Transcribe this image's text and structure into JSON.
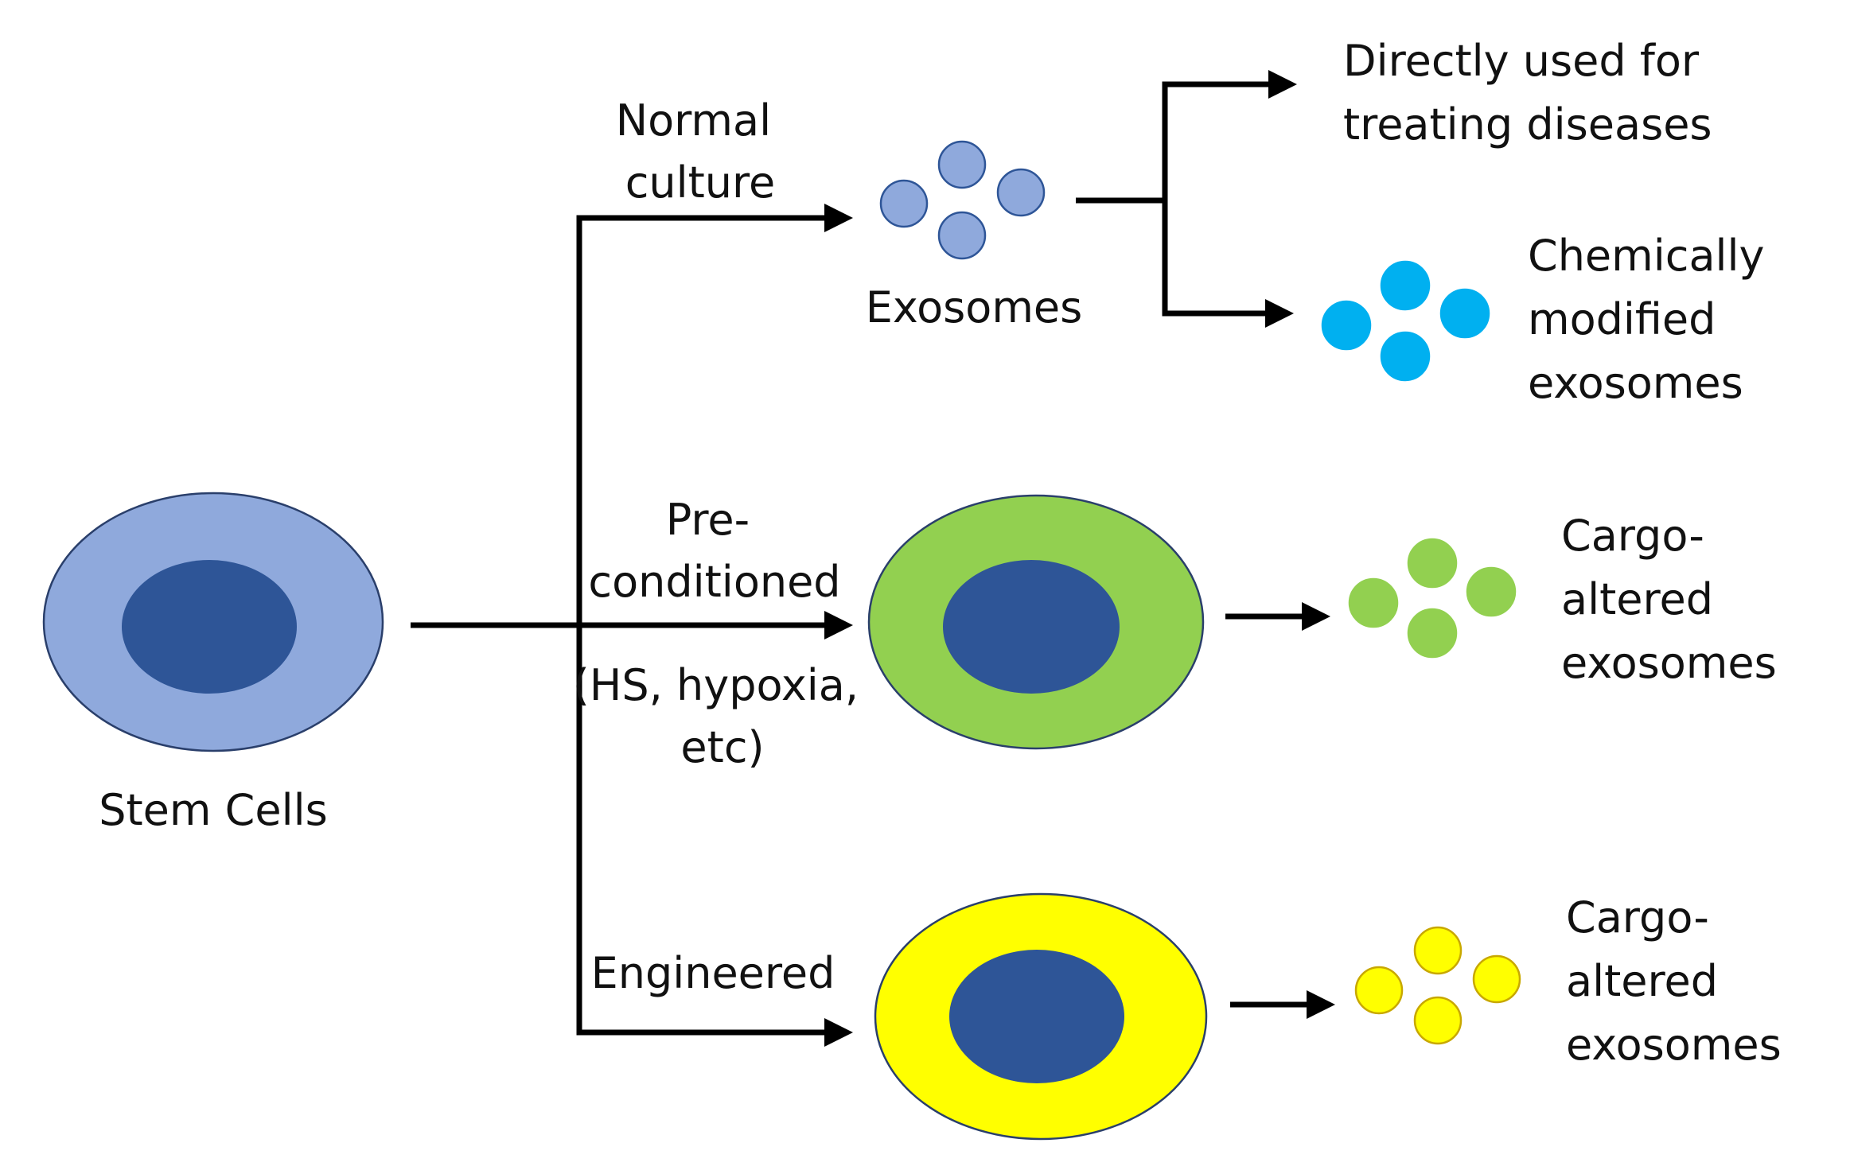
{
  "colors": {
    "stem_cell_body": "#8FA9DC",
    "nucleus": "#2E5597",
    "exosome_normal": "#8FA9DC",
    "exosome_chemical": "#00B0F0",
    "preconditioned_cell": "#92D050",
    "exosome_preconditioned": "#92D050",
    "engineered_cell": "#FFFF00",
    "exosome_engineered": "#FFFF00",
    "arrow": "#000000"
  },
  "nodes": {
    "stem_cells": {
      "label": "Stem Cells"
    },
    "exosomes": {
      "label": "Exosomes"
    },
    "direct_use": {
      "lines": [
        "Directly used for",
        "treating diseases"
      ]
    },
    "chemically_modified": {
      "lines": [
        "Chemically",
        "modified",
        "exosomes"
      ]
    },
    "cargo_altered_preconditioned": {
      "lines": [
        "Cargo-",
        "altered",
        "exosomes"
      ]
    },
    "cargo_altered_engineered": {
      "lines": [
        "Cargo-",
        "altered",
        "exosomes"
      ]
    }
  },
  "edges": {
    "normal_culture": {
      "lines": [
        "Normal",
        "culture"
      ]
    },
    "preconditioned": {
      "lines": [
        "Pre-",
        "conditioned",
        "(HS, hypoxia,",
        "etc)"
      ]
    },
    "engineered": {
      "label": "Engineered"
    }
  }
}
